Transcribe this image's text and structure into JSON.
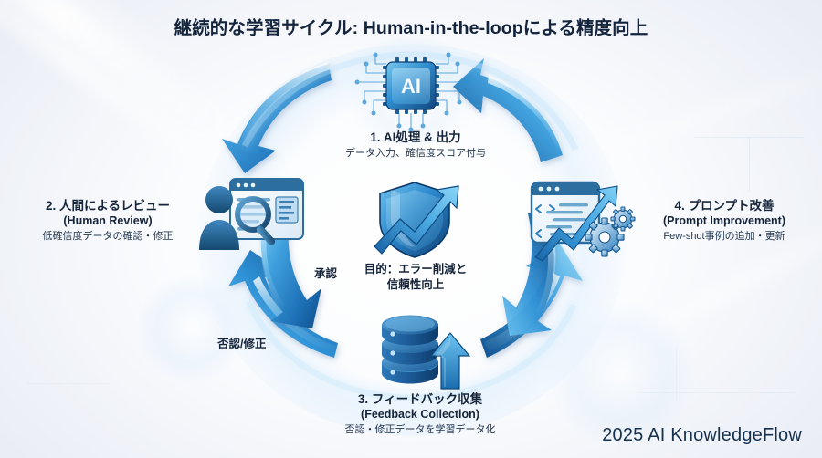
{
  "title": "継続的な学習サイクル: Human-in-the-loopによる精度向上",
  "watermark": "2025 AI KnowledgeFlow",
  "center": {
    "line1": "目的：エラー削減と",
    "line2": "信頼性向上",
    "icon": "shield-growth-arrow-icon"
  },
  "nodes": [
    {
      "id": "ai-processing",
      "icon": "ai-chip-icon",
      "title": "1. AI処理 & 出力",
      "subtitle": "",
      "description": "データ入力、確信度スコア付与"
    },
    {
      "id": "human-review",
      "icon": "person-document-magnifier-icon",
      "title": "2. 人間によるレビュー",
      "subtitle": "(Human Review)",
      "description": "低確信度データの確認・修正"
    },
    {
      "id": "feedback-collection",
      "icon": "database-upload-icon",
      "title": "3. フィードバック収集",
      "subtitle": "(Feedback Collection)",
      "description": "否認・修正データを学習データ化"
    },
    {
      "id": "prompt-improvement",
      "icon": "code-window-growth-gears-icon",
      "title": "4. プロンプト改善",
      "subtitle": "(Prompt Improvement)",
      "description": "Few-shot事例の追加・更新"
    }
  ],
  "edges": [
    {
      "id": "approve",
      "label": "承認"
    },
    {
      "id": "reject",
      "label": "否認/修正"
    }
  ],
  "colors": {
    "arrow_light": "#6fc3f0",
    "arrow_mid": "#2a8fd4",
    "arrow_dark": "#13538f",
    "text": "#16243a",
    "background": "#eef1f6",
    "icon_blue": "#2b7fc4"
  }
}
